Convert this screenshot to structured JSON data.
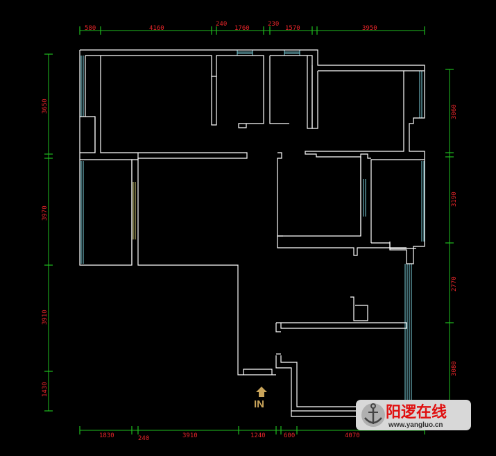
{
  "colors": {
    "background": "#000000",
    "wall": "#ffffff",
    "dimension_line": "#1fbf1f",
    "dimension_text": "#e8262a",
    "window": "#7fd3e0",
    "door": "#d8d27a",
    "entry_marker": "#c9a45a"
  },
  "dimensions": {
    "top": [
      "580",
      "4160",
      "240",
      "1760",
      "230",
      "1570",
      "3950"
    ],
    "bottom": [
      "1830",
      "240",
      "3910",
      "1240",
      "600",
      "4070"
    ],
    "left": [
      "3650",
      "3970",
      "3910",
      "1430"
    ],
    "right": [
      "3060",
      "3190",
      "2770",
      "3080"
    ]
  },
  "entry": {
    "label": "IN",
    "icon": "up-arrow-icon"
  },
  "watermark": {
    "text": "阳逻在线",
    "url": "www.yangluo.cn",
    "icon": "anchor-logo-icon"
  }
}
